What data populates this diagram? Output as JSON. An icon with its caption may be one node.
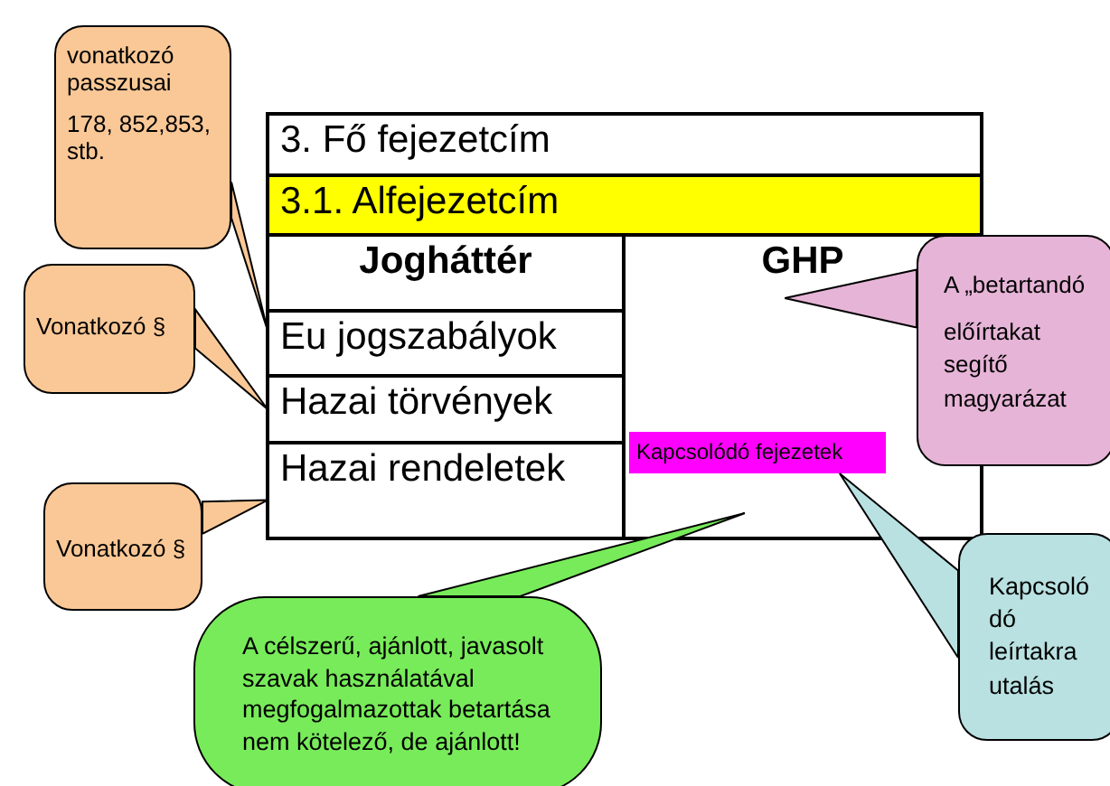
{
  "diagram": {
    "nodes": [
      {
        "text": [
          "3. Fő fejezetcím"
        ]
      },
      {
        "text": [
          "3.1. Alfejezetcím"
        ]
      },
      {
        "text": [
          "Jogháttér"
        ]
      },
      {
        "text": [
          "GHP"
        ]
      },
      {
        "text": [
          "Eu jogszabályok"
        ]
      },
      {
        "text": [
          "Hazai törvények"
        ]
      },
      {
        "text": [
          "Hazai rendeletek"
        ]
      },
      {
        "text": [
          "Kapcsolódó fejezetek"
        ]
      },
      {
        "text": [
          "vonatkozó passzusai",
          "178, 852,853, stb."
        ]
      },
      {
        "text": [
          "Vonatkozó §"
        ]
      },
      {
        "text": [
          "Vonatkozó §"
        ]
      },
      {
        "text": [
          "A „betartandó",
          "előírtakat segítő magyarázat"
        ]
      },
      {
        "text": [
          "A célszerű, ajánlott, javasolt szavak használatával megfogalmazottak betartása nem kötelező, de ajánlott!"
        ]
      },
      {
        "text": [
          "Kapcsoló dó leírtakra utalás"
        ]
      }
    ],
    "edges": [
      {
        "from": 8,
        "to": 4,
        "arrow": "none"
      },
      {
        "from": 9,
        "to": 5,
        "arrow": "none"
      },
      {
        "from": 10,
        "to": 6,
        "arrow": "none"
      },
      {
        "from": 11,
        "to": 3,
        "arrow": "none"
      },
      {
        "from": 12,
        "to": null,
        "arrow": "none"
      },
      {
        "from": 13,
        "to": 7,
        "arrow": "none"
      }
    ]
  }
}
